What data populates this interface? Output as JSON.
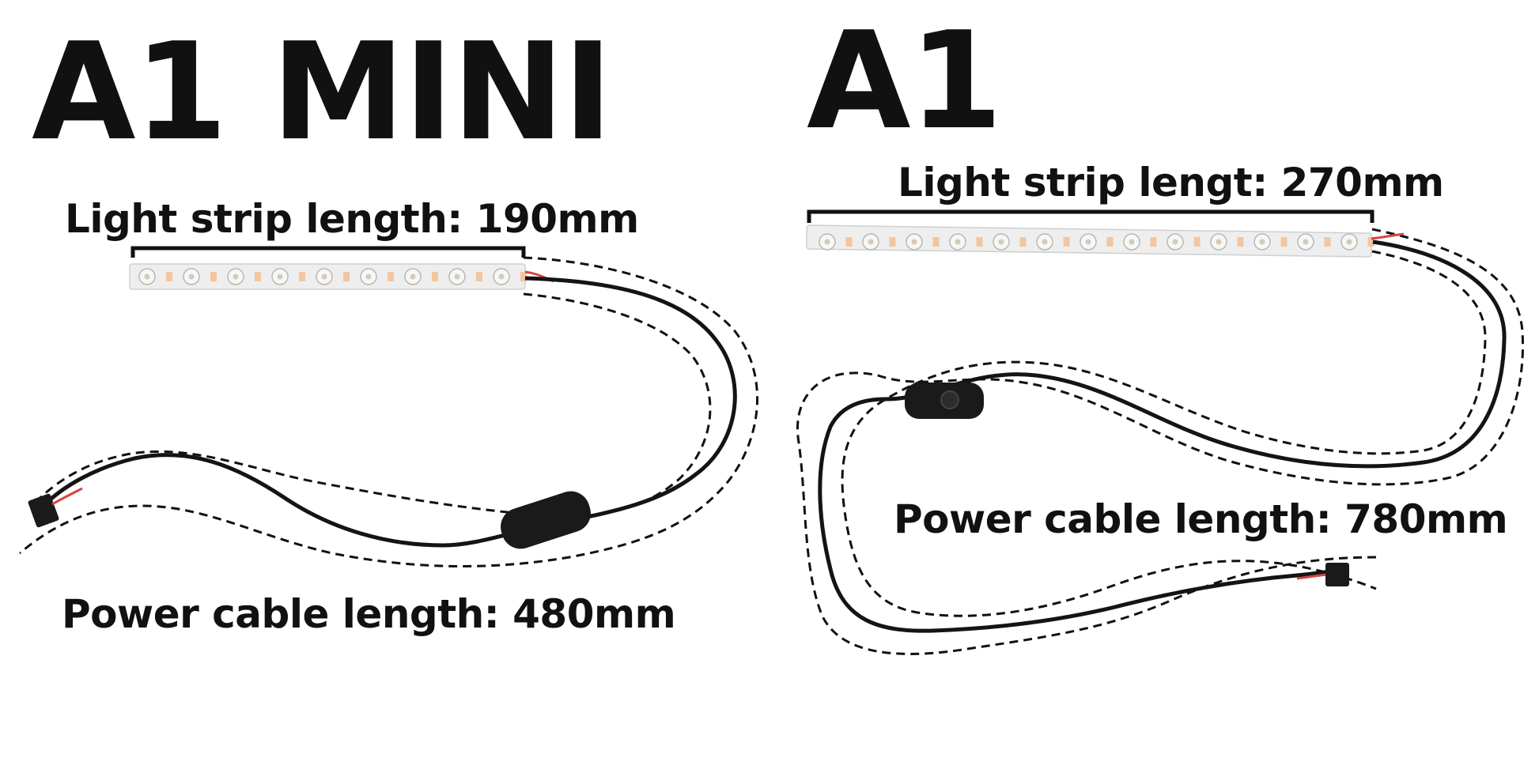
{
  "products": {
    "mini": {
      "title": "A1 MINI",
      "strip_label": "Light strip length: 190mm",
      "cable_label": "Power cable length: 480mm"
    },
    "a1": {
      "title": "A1",
      "strip_label": "Light strip lengt: 270mm",
      "cable_label": "Power cable length: 780mm"
    }
  },
  "colors": {
    "text": "#111111",
    "cable": "#141414",
    "strip": "#eeeeee",
    "led_amber": "#f3c6a0",
    "wire_red": "#d64545"
  }
}
